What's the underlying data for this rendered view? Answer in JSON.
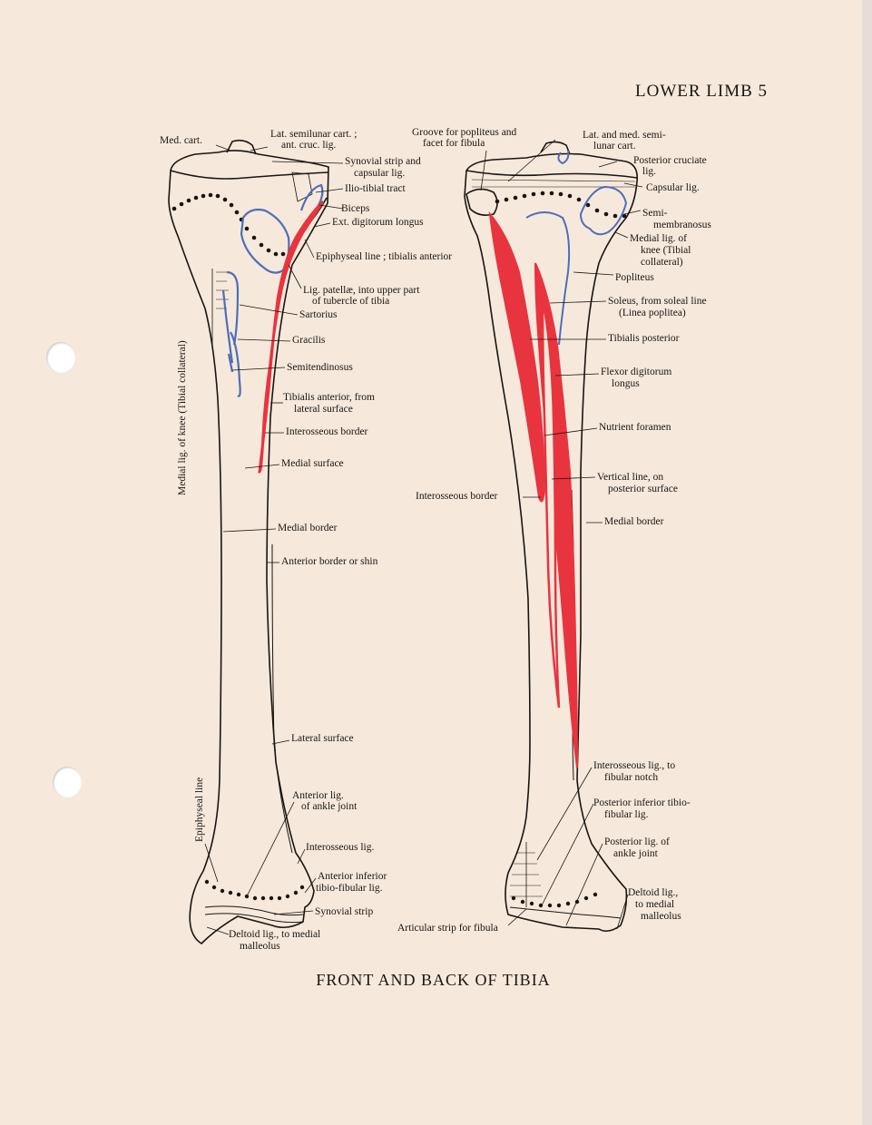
{
  "header": {
    "title": "LOWER LIMB 5"
  },
  "caption": "FRONT AND BACK OF TIBIA",
  "colors": {
    "paper": "#f6e9dc",
    "ink": "#1a1410",
    "muscle_red": "#e8343f",
    "ligament_blue": "#4d6fb8"
  },
  "front_labels": {
    "med_cart": "Med. cart.",
    "lat_semilunar_1": "Lat. semilunar cart. ;",
    "lat_semilunar_2": "ant. cruc. lig.",
    "synovial_1": "Synovial strip and",
    "synovial_2": "capsular lig.",
    "ilio_tibial": "Ilio-tibial tract",
    "biceps": "Biceps",
    "ext_digitorum": "Ext. digitorum longus",
    "epiphyseal_tib_ant": "Epiphyseal line ; tibialis anterior",
    "lig_patellae_1": "Lig. patellæ, into upper part",
    "lig_patellae_2": "of tubercle of tibia",
    "sartorius": "Sartorius",
    "gracilis": "Gracilis",
    "semitendinosus": "Semitendinosus",
    "tib_ant_1": "Tibialis anterior, from",
    "tib_ant_2": "lateral surface",
    "interosseous_border": "Interosseous border",
    "medial_surface": "Medial surface",
    "medial_border": "Medial border",
    "anterior_border": "Anterior border or shin",
    "lateral_surface": "Lateral surface",
    "ant_lig_ankle_1": "Anterior lig.",
    "ant_lig_ankle_2": "of ankle joint",
    "interosseous_lig": "Interosseous lig.",
    "ant_inf_tf_1": "Anterior inferior",
    "ant_inf_tf_2": "tibio-fibular lig.",
    "synovial_strip": "Synovial strip",
    "deltoid_1": "Deltoid lig., to medial",
    "deltoid_2": "malleolus",
    "medial_lig_vertical": "Medial lig. of knee (Tibial collateral)",
    "epiphyseal_vertical": "Epiphyseal line"
  },
  "back_labels": {
    "groove_1": "Groove for popliteus and",
    "groove_2": "facet for fibula",
    "lat_med_semi_1": "Lat. and med. semi-",
    "lat_med_semi_2": "lunar cart.",
    "post_cruciate_1": "Posterior cruciate",
    "post_cruciate_2": "lig.",
    "capsular": "Capsular lig.",
    "semimem_1": "Semi-",
    "semimem_2": "membranosus",
    "medial_lig_1": "Medial lig. of",
    "medial_lig_2": "knee (Tibial",
    "medial_lig_3": "collateral)",
    "popliteus": "Popliteus",
    "soleus_1": "Soleus, from soleal line",
    "soleus_2": "(Linea poplitea)",
    "tib_post": "Tibialis posterior",
    "flexor_1": "Flexor digitorum",
    "flexor_2": "longus",
    "nutrient": "Nutrient foramen",
    "vertical_1": "Vertical line, on",
    "vertical_2": "posterior surface",
    "interosseous_border": "Interosseous border",
    "medial_border": "Medial border",
    "interosseous_lig_1": "Interosseous lig., to",
    "interosseous_lig_2": "fibular notch",
    "post_inf_tf_1": "Posterior inferior tibio-",
    "post_inf_tf_2": "fibular lig.",
    "post_lig_ankle_1": "Posterior lig. of",
    "post_lig_ankle_2": "ankle joint",
    "deltoid_1": "Deltoid lig.,",
    "deltoid_2": "to medial",
    "deltoid_3": "malleolus",
    "articular_strip": "Articular strip for fibula"
  }
}
